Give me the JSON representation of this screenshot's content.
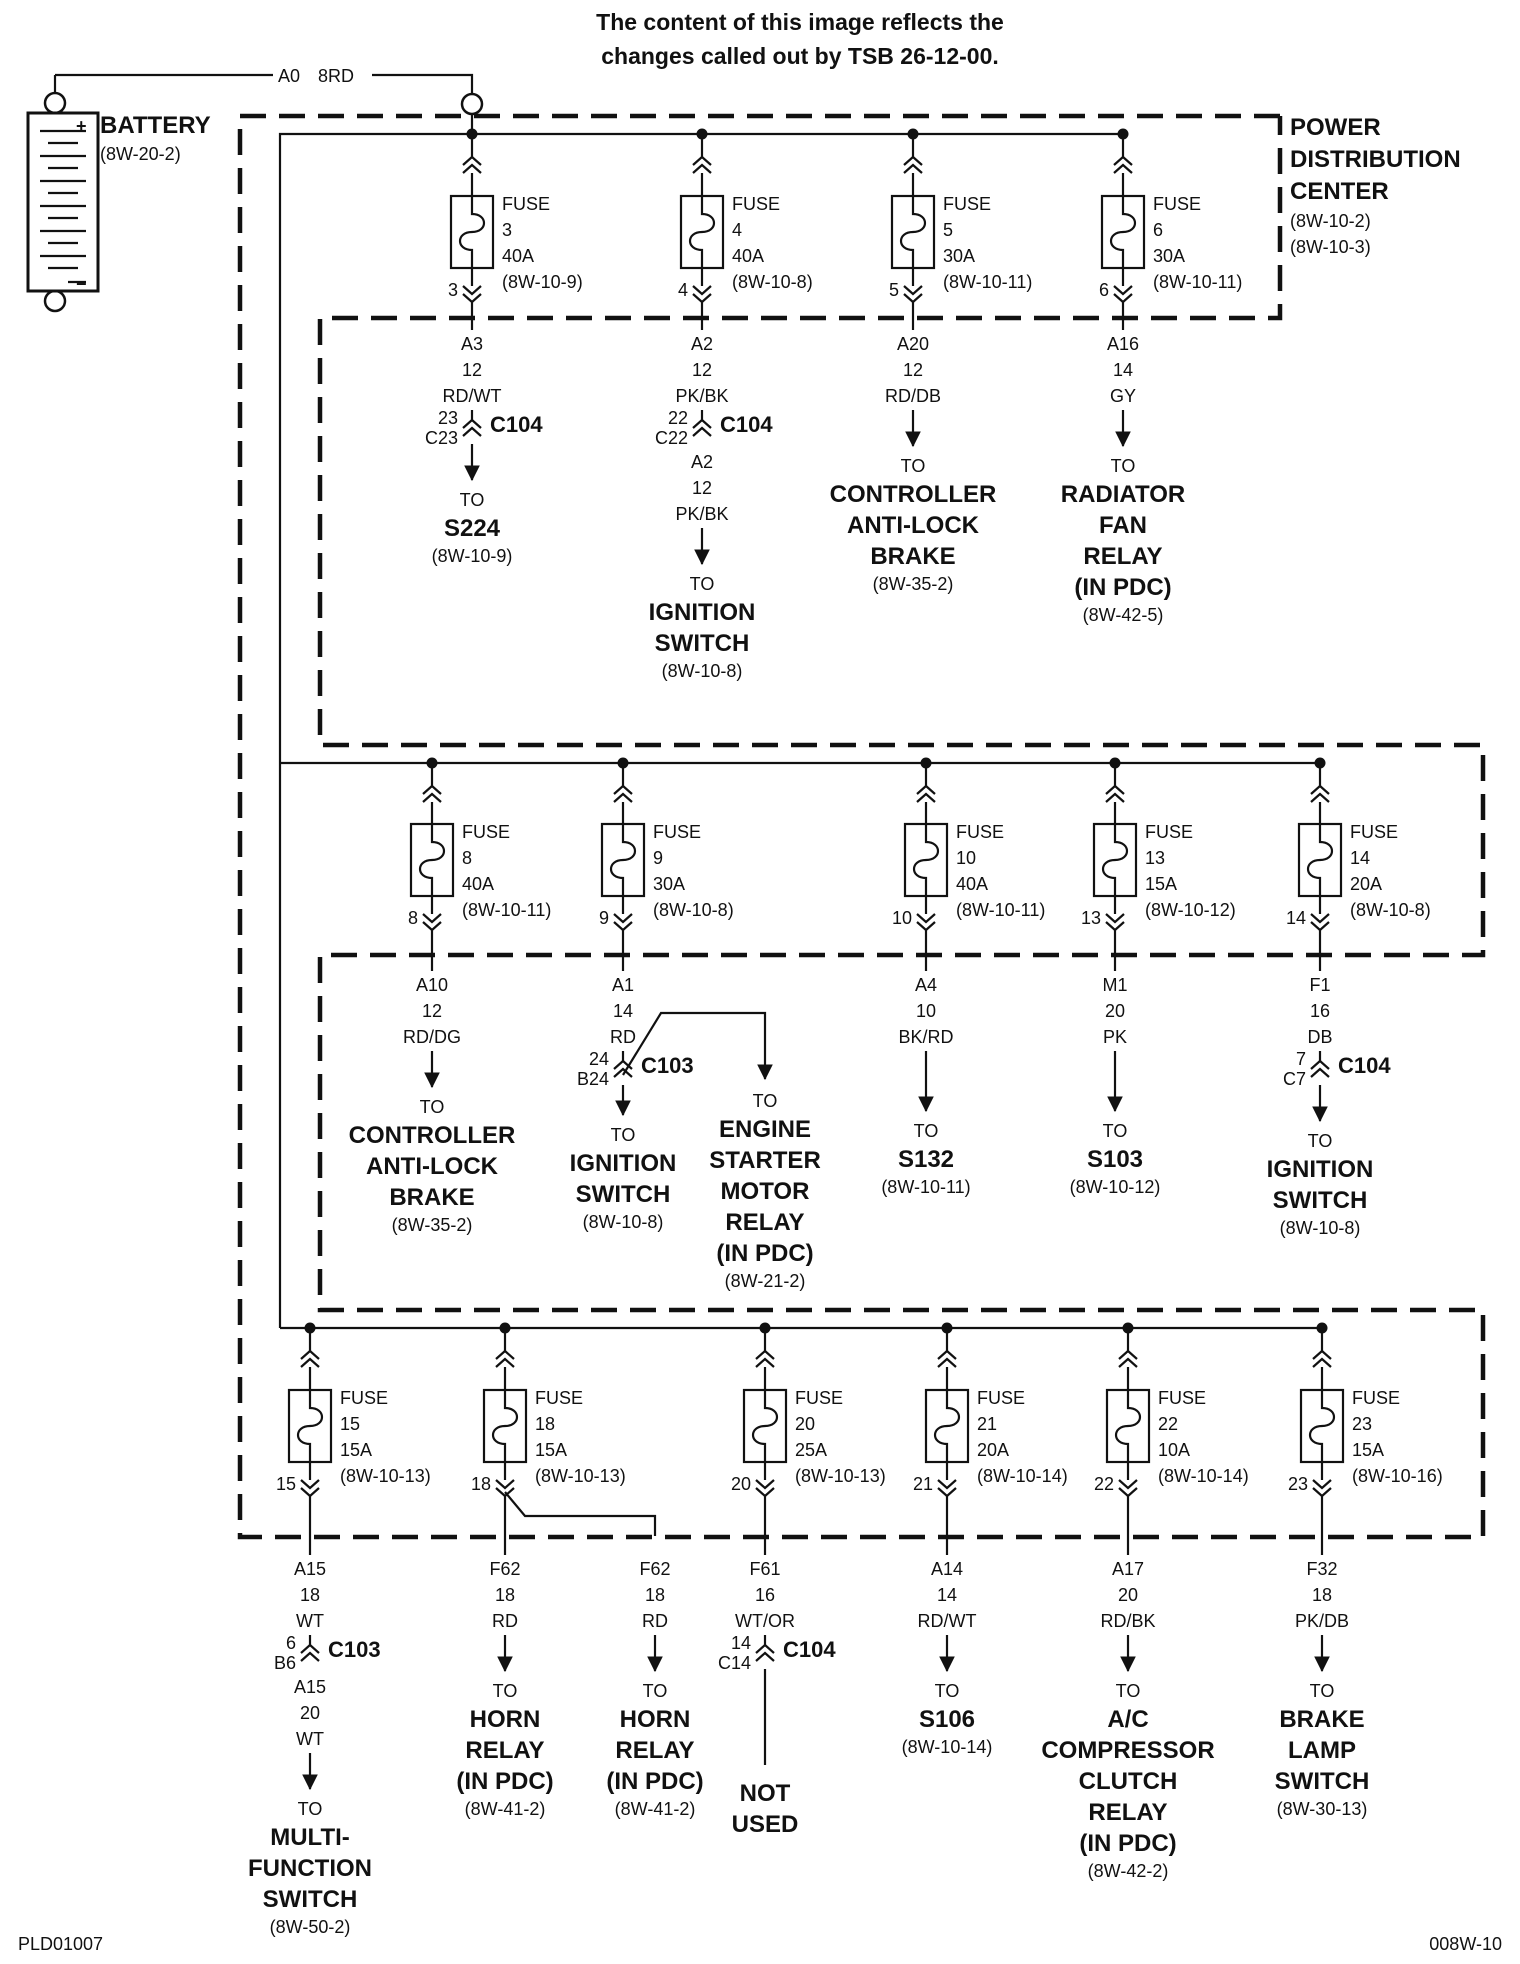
{
  "header": {
    "line1": "The content of this image reflects the",
    "line2": "changes called out by TSB 26-12-00."
  },
  "battery": {
    "label": "BATTERY",
    "ref": "(8W-20-2)",
    "wire_code": "A0",
    "wire_gauge_color": "8RD",
    "plus_sign": "+",
    "minus_sign": "−"
  },
  "pdc": {
    "lines": [
      "POWER",
      "DISTRIBUTION",
      "CENTER"
    ],
    "refs": [
      "(8W-10-2)",
      "(8W-10-3)"
    ]
  },
  "rows": [
    {
      "fuses": [
        {
          "name": "FUSE",
          "number": "3",
          "rating": "40A",
          "ref": "(8W-10-9)",
          "pin": "3",
          "wire": [
            "A3",
            "12",
            "RD/WT"
          ],
          "connector": {
            "label": "C104",
            "pins": [
              "23",
              "C23"
            ]
          },
          "dest": {
            "to": "TO",
            "lines": [
              "S224"
            ],
            "ref": "(8W-10-9)"
          }
        },
        {
          "name": "FUSE",
          "number": "4",
          "rating": "40A",
          "ref": "(8W-10-8)",
          "pin": "4",
          "wire": [
            "A2",
            "12",
            "PK/BK"
          ],
          "connector": {
            "label": "C104",
            "pins": [
              "22",
              "C22"
            ]
          },
          "wire_after": [
            "A2",
            "12",
            "PK/BK"
          ],
          "dest": {
            "to": "TO",
            "lines": [
              "IGNITION",
              "SWITCH"
            ],
            "ref": "(8W-10-8)"
          }
        },
        {
          "name": "FUSE",
          "number": "5",
          "rating": "30A",
          "ref": "(8W-10-11)",
          "pin": "5",
          "wire": [
            "A20",
            "12",
            "RD/DB"
          ],
          "dest": {
            "to": "TO",
            "lines": [
              "CONTROLLER",
              "ANTI-LOCK",
              "BRAKE"
            ],
            "ref": "(8W-35-2)"
          }
        },
        {
          "name": "FUSE",
          "number": "6",
          "rating": "30A",
          "ref": "(8W-10-11)",
          "pin": "6",
          "wire": [
            "A16",
            "14",
            "GY"
          ],
          "dest": {
            "to": "TO",
            "lines": [
              "RADIATOR",
              "FAN",
              "RELAY",
              "(IN PDC)"
            ],
            "ref": "(8W-42-5)"
          }
        }
      ]
    },
    {
      "fuses": [
        {
          "name": "FUSE",
          "number": "8",
          "rating": "40A",
          "ref": "(8W-10-11)",
          "pin": "8",
          "wire": [
            "A10",
            "12",
            "RD/DG"
          ],
          "dest": {
            "to": "TO",
            "lines": [
              "CONTROLLER",
              "ANTI-LOCK",
              "BRAKE"
            ],
            "ref": "(8W-35-2)"
          }
        },
        {
          "name": "FUSE",
          "number": "9",
          "rating": "30A",
          "ref": "(8W-10-8)",
          "pin": "9",
          "wire": [
            "A1",
            "14",
            "RD"
          ],
          "connector": {
            "label": "C103",
            "pins": [
              "24",
              "B24"
            ]
          },
          "dest": {
            "to": "TO",
            "lines": [
              "IGNITION",
              "SWITCH"
            ],
            "ref": "(8W-10-8)"
          },
          "branch_dest": {
            "to": "TO",
            "lines": [
              "ENGINE",
              "STARTER",
              "MOTOR",
              "RELAY",
              "(IN PDC)"
            ],
            "ref": "(8W-21-2)"
          }
        },
        {
          "name": "FUSE",
          "number": "10",
          "rating": "40A",
          "ref": "(8W-10-11)",
          "pin": "10",
          "wire": [
            "A4",
            "10",
            "BK/RD"
          ],
          "dest": {
            "to": "TO",
            "lines": [
              "S132"
            ],
            "ref": "(8W-10-11)"
          }
        },
        {
          "name": "FUSE",
          "number": "13",
          "rating": "15A",
          "ref": "(8W-10-12)",
          "pin": "13",
          "wire": [
            "M1",
            "20",
            "PK"
          ],
          "dest": {
            "to": "TO",
            "lines": [
              "S103"
            ],
            "ref": "(8W-10-12)"
          }
        },
        {
          "name": "FUSE",
          "number": "14",
          "rating": "20A",
          "ref": "(8W-10-8)",
          "pin": "14",
          "wire": [
            "F1",
            "16",
            "DB"
          ],
          "connector": {
            "label": "C104",
            "pins": [
              "7",
              "C7"
            ]
          },
          "dest": {
            "to": "TO",
            "lines": [
              "IGNITION",
              "SWITCH"
            ],
            "ref": "(8W-10-8)"
          }
        }
      ]
    },
    {
      "fuses": [
        {
          "name": "FUSE",
          "number": "15",
          "rating": "15A",
          "ref": "(8W-10-13)",
          "pin": "15",
          "wire": [
            "A15",
            "18",
            "WT"
          ],
          "connector": {
            "label": "C103",
            "pins": [
              "6",
              "B6"
            ]
          },
          "wire_after": [
            "A15",
            "20",
            "WT"
          ],
          "dest": {
            "to": "TO",
            "lines": [
              "MULTI-",
              "FUNCTION",
              "SWITCH"
            ],
            "ref": "(8W-50-2)"
          }
        },
        {
          "name": "FUSE",
          "number": "18",
          "rating": "15A",
          "ref": "(8W-10-13)",
          "pin": "18",
          "wire": [
            "F62",
            "18",
            "RD"
          ],
          "dest": {
            "to": "TO",
            "lines": [
              "HORN",
              "RELAY",
              "(IN PDC)"
            ],
            "ref": "(8W-41-2)"
          },
          "branch_wire": [
            "F62",
            "18",
            "RD"
          ],
          "branch_dest": {
            "to": "TO",
            "lines": [
              "HORN",
              "RELAY",
              "(IN PDC)"
            ],
            "ref": "(8W-41-2)"
          }
        },
        {
          "name": "FUSE",
          "number": "20",
          "rating": "25A",
          "ref": "(8W-10-13)",
          "pin": "20",
          "wire": [
            "F61",
            "16",
            "WT/OR"
          ],
          "connector": {
            "label": "C104",
            "pins": [
              "14",
              "C14"
            ]
          },
          "dest": {
            "to": "",
            "lines": [
              "NOT",
              "USED"
            ],
            "ref": ""
          }
        },
        {
          "name": "FUSE",
          "number": "21",
          "rating": "20A",
          "ref": "(8W-10-14)",
          "pin": "21",
          "wire": [
            "A14",
            "14",
            "RD/WT"
          ],
          "dest": {
            "to": "TO",
            "lines": [
              "S106"
            ],
            "ref": "(8W-10-14)"
          }
        },
        {
          "name": "FUSE",
          "number": "22",
          "rating": "10A",
          "ref": "(8W-10-14)",
          "pin": "22",
          "wire": [
            "A17",
            "20",
            "RD/BK"
          ],
          "dest": {
            "to": "TO",
            "lines": [
              "A/C",
              "COMPRESSOR",
              "CLUTCH",
              "RELAY",
              "(IN PDC)"
            ],
            "ref": "(8W-42-2)"
          }
        },
        {
          "name": "FUSE",
          "number": "23",
          "rating": "15A",
          "ref": "(8W-10-16)",
          "pin": "23",
          "wire": [
            "F32",
            "18",
            "PK/DB"
          ],
          "dest": {
            "to": "TO",
            "lines": [
              "BRAKE",
              "LAMP",
              "SWITCH"
            ],
            "ref": "(8W-30-13)"
          }
        }
      ]
    }
  ],
  "footer": {
    "left": "PLD01007",
    "right": "008W-10"
  }
}
